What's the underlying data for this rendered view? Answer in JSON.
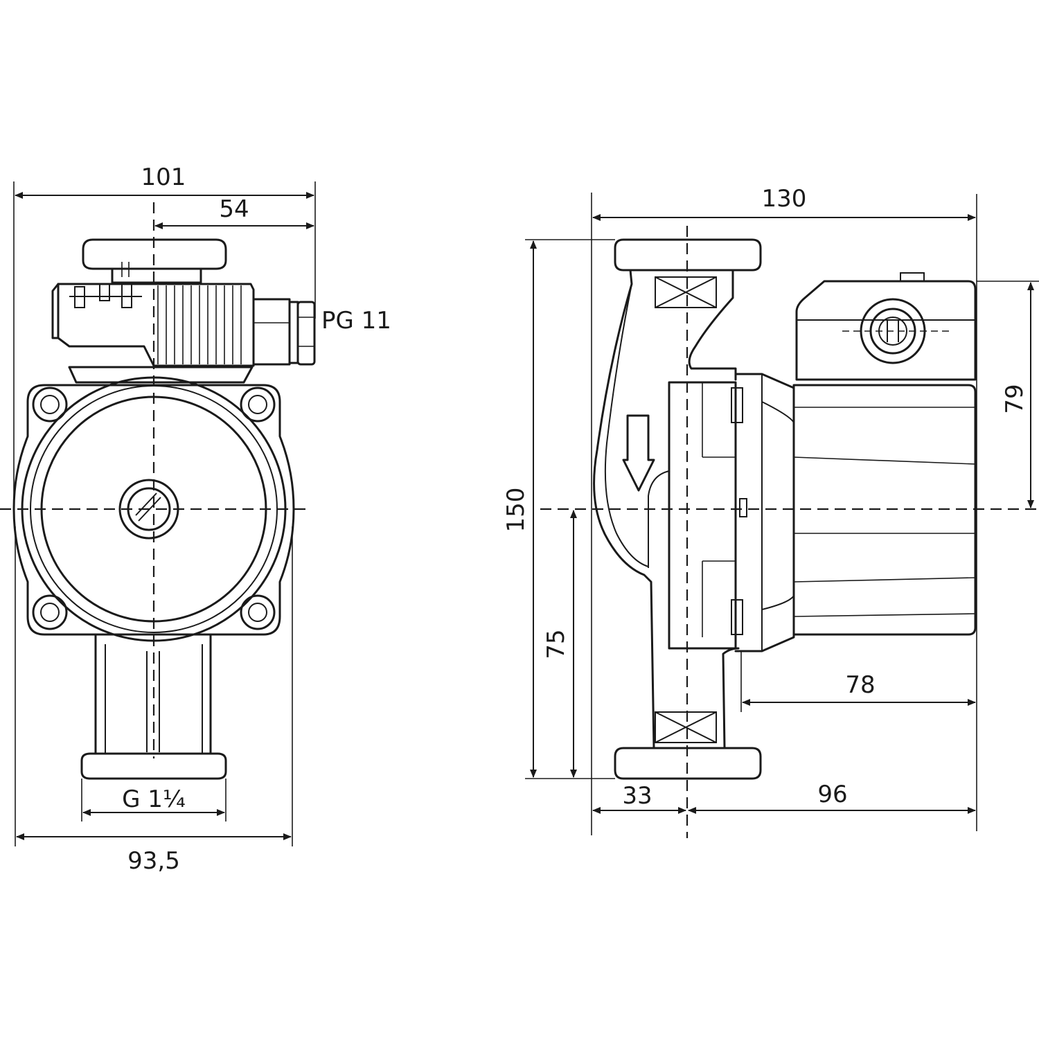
{
  "front_view": {
    "dim_width_top": "101",
    "dim_axis_to_right": "54",
    "cable_gland": "PG 11",
    "thread": "G 1¼",
    "dim_width_bottom": "93,5"
  },
  "side_view": {
    "dim_overall_length": "130",
    "dim_height": "150",
    "dim_axis_to_top": "79",
    "dim_axis_to_bottom": "75",
    "dim_motor_length": "78",
    "dim_flange_to_axis": "33",
    "dim_axis_to_end": "96"
  },
  "colors": {
    "line": "#1a1a1a",
    "background": "#ffffff"
  }
}
